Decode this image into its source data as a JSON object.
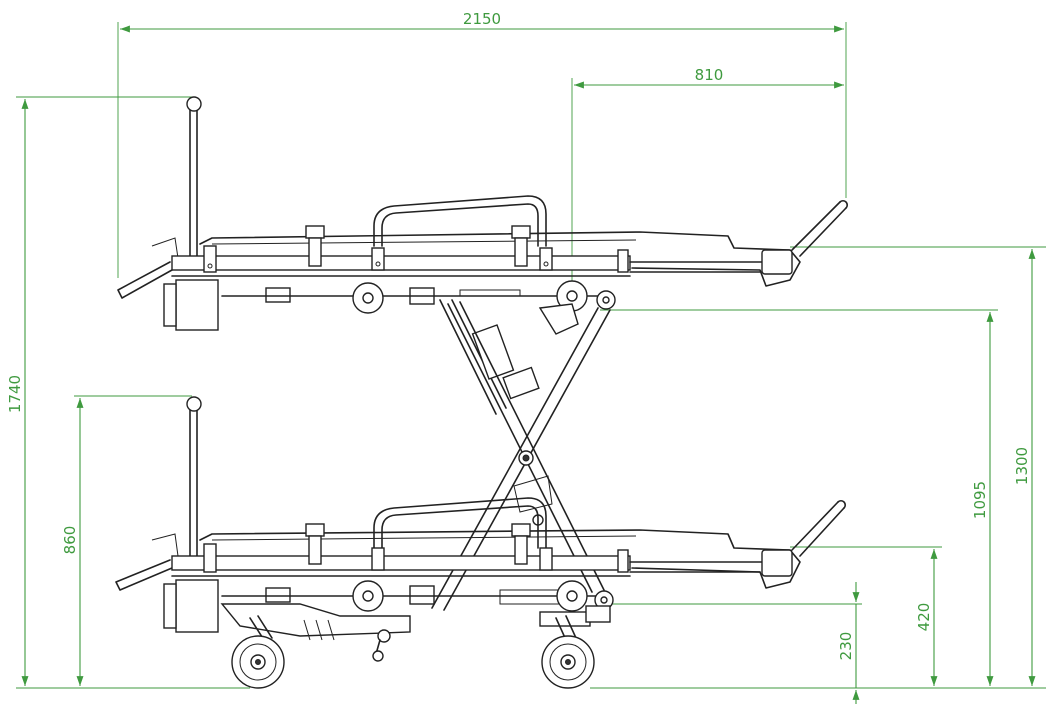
{
  "colors": {
    "dimension": "#3f9a3f",
    "drawing": "#222222",
    "background": "#ffffff"
  },
  "dimensions": {
    "overall_length": "2150",
    "head_section": "810",
    "max_height": "1740",
    "min_height": "860",
    "max_frame_height": "1300",
    "max_bed_height": "1095",
    "min_bed_height": "420",
    "lowest_frame_height": "230"
  }
}
